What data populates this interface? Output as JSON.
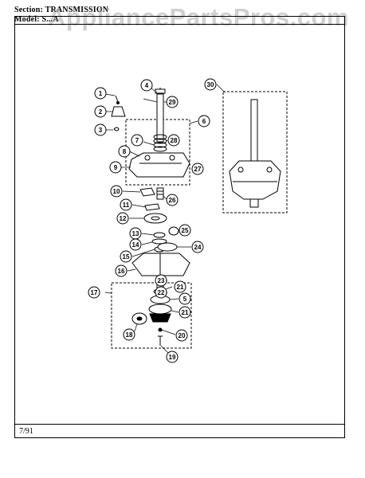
{
  "header": {
    "section_label": "Section:",
    "section_value": "TRANSMISSION",
    "model_label": "Model:",
    "model_value": "S...A"
  },
  "watermark": "AppliancePartsPros.com",
  "footer": {
    "date": "7/91"
  },
  "callouts": [
    "1",
    "2",
    "3",
    "4",
    "5",
    "6",
    "7",
    "8",
    "9",
    "10",
    "11",
    "12",
    "13",
    "14",
    "15",
    "16",
    "17",
    "18",
    "19",
    "20",
    "21",
    "22",
    "23",
    "24",
    "25",
    "26",
    "27",
    "28",
    "29",
    "30"
  ]
}
